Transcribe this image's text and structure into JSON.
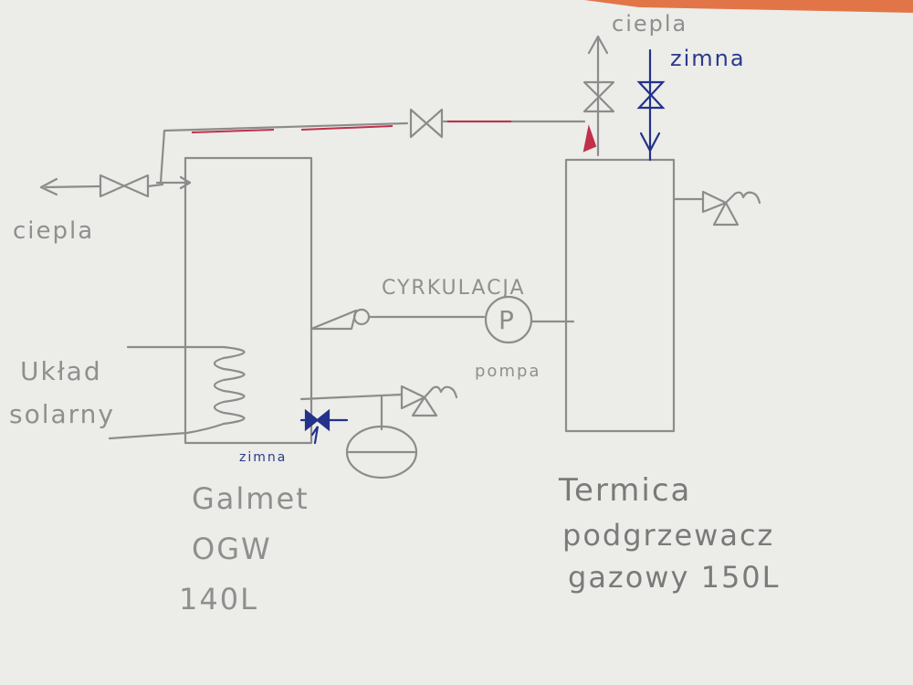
{
  "diagram": {
    "labels": {
      "ciepla_left": "ciepla",
      "ciepla_top": "ciepla",
      "zimna_top": "zimna",
      "zimna_bottom": "zimna",
      "cyrkulacja": "CYRKULACJA",
      "pompa": "pompa",
      "pump_symbol": "P",
      "uklad": "Układ",
      "solarny": "solarny",
      "galmet_line1": "Galmet",
      "galmet_line2": "OGW",
      "galmet_line3": "140L",
      "termica_line1": "Termica",
      "termica_line2": "podgrzewacz",
      "termica_line3": "gazowy 150L"
    },
    "colors": {
      "pencil": "#8c8c8c",
      "ink_blue": "#23328a",
      "ink_red": "#c0304a",
      "paper": "#ededeb"
    }
  }
}
